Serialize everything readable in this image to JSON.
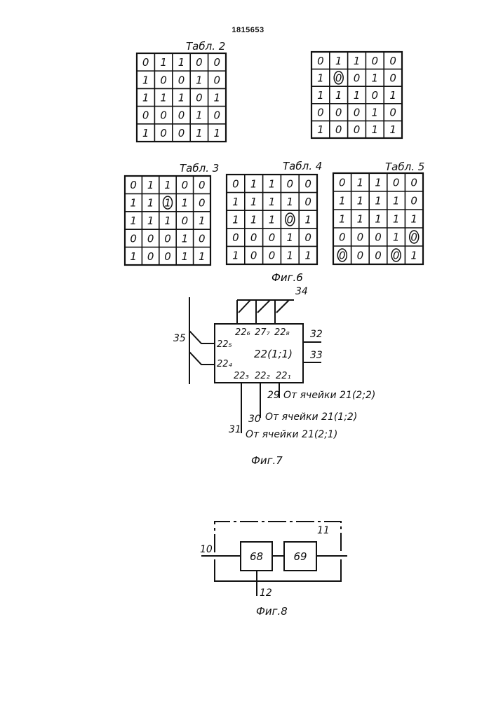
{
  "patent_number": "1815653",
  "tables": [
    {
      "id": "t2",
      "caption": "Табл. 2",
      "rows": [
        [
          "0",
          "1",
          "1",
          "0",
          "0"
        ],
        [
          "1",
          "0",
          "0",
          "1",
          "0"
        ],
        [
          "1",
          "1",
          "1",
          "0",
          "1"
        ],
        [
          "0",
          "0",
          "0",
          "1",
          "0"
        ],
        [
          "1",
          "0",
          "0",
          "1",
          "1"
        ]
      ],
      "circled": []
    },
    {
      "id": "t2b",
      "caption": "",
      "rows": [
        [
          "0",
          "1",
          "1",
          "0",
          "0"
        ],
        [
          "1",
          "0",
          "0",
          "1",
          "0"
        ],
        [
          "1",
          "1",
          "1",
          "0",
          "1"
        ],
        [
          "0",
          "0",
          "0",
          "1",
          "0"
        ],
        [
          "1",
          "0",
          "0",
          "1",
          "1"
        ]
      ],
      "circled": [
        [
          1,
          1
        ]
      ]
    },
    {
      "id": "t3",
      "caption": "Табл. 3",
      "rows": [
        [
          "0",
          "1",
          "1",
          "0",
          "0"
        ],
        [
          "1",
          "1",
          "1",
          "1",
          "0"
        ],
        [
          "1",
          "1",
          "1",
          "0",
          "1"
        ],
        [
          "0",
          "0",
          "0",
          "1",
          "0"
        ],
        [
          "1",
          "0",
          "0",
          "1",
          "1"
        ]
      ],
      "circled": [
        [
          1,
          2
        ]
      ]
    },
    {
      "id": "t4",
      "caption": "Табл. 4",
      "rows": [
        [
          "0",
          "1",
          "1",
          "0",
          "0"
        ],
        [
          "1",
          "1",
          "1",
          "1",
          "0"
        ],
        [
          "1",
          "1",
          "1",
          "0",
          "1"
        ],
        [
          "0",
          "0",
          "0",
          "1",
          "0"
        ],
        [
          "1",
          "0",
          "0",
          "1",
          "1"
        ]
      ],
      "circled": [
        [
          2,
          3
        ]
      ]
    },
    {
      "id": "t5",
      "caption": "Табл. 5",
      "rows": [
        [
          "0",
          "1",
          "1",
          "0",
          "0"
        ],
        [
          "1",
          "1",
          "1",
          "1",
          "0"
        ],
        [
          "1",
          "1",
          "1",
          "1",
          "1"
        ],
        [
          "0",
          "0",
          "0",
          "1",
          "0"
        ],
        [
          "0",
          "0",
          "0",
          "0",
          "1"
        ]
      ],
      "circled": [
        [
          3,
          4
        ],
        [
          4,
          0
        ],
        [
          4,
          3
        ]
      ]
    }
  ],
  "figure_captions": {
    "fig6": "Фиг.6",
    "fig7": "Фиг.7",
    "fig8": "Фиг.8"
  },
  "fig7": {
    "block_label": "22(1;1)",
    "inputs_top": [
      "22₆",
      "27₇",
      "22₈"
    ],
    "inputs_left": [
      "22₅",
      "22₄"
    ],
    "inputs_bottom": [
      "22₃",
      "22₂",
      "22₁"
    ],
    "refs": {
      "top_bus": "34",
      "left_bus": "35",
      "right_top": "32",
      "right_bottom": "33",
      "line29": "29",
      "line30": "30",
      "line31": "31"
    },
    "sources": {
      "line29": "От ячейки 21(2;2)",
      "line30": "От ячейки 21(1;2)",
      "line31": "От ячейки 21(2;1)"
    }
  },
  "fig8": {
    "blocks": [
      "68",
      "69"
    ],
    "refs": {
      "input": "10",
      "frame": "11",
      "control": "12"
    }
  }
}
